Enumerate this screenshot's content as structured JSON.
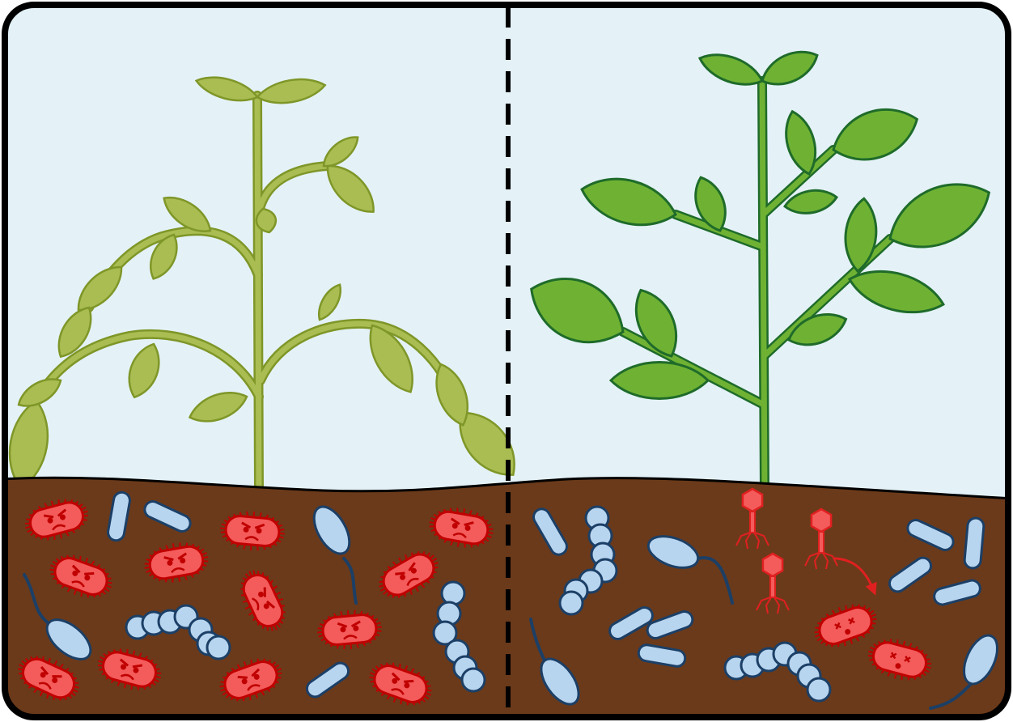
{
  "panels": [
    {
      "name": "left-panel",
      "plant_health": "wilting",
      "pathogens": "active"
    },
    {
      "name": "right-panel",
      "plant_health": "healthy",
      "pathogens": "killed-by-phages"
    }
  ],
  "colors": {
    "sky": "#e4f2f8",
    "soil": "#6b3a1a",
    "frame": "#000000",
    "sick_plant_fill": "#a9bd52",
    "sick_plant_stroke": "#7f9628",
    "healthy_plant_fill": "#6fb233",
    "healthy_plant_stroke": "#1f6b2a",
    "pathogen_fill": "#f45b5b",
    "pathogen_stroke": "#c00000",
    "phage": "#e02020",
    "beneficial_fill": "#b8d5f0",
    "beneficial_stroke": "#1c3f66"
  },
  "icons": {
    "pathogen": "angry-red-bacterium-icon",
    "dead_pathogen": "dead-red-bacterium-icon",
    "beneficial_rod": "blue-rod-bacterium-icon",
    "beneficial_chain": "blue-coccus-chain-icon",
    "beneficial_flagellate": "blue-flagellated-bacterium-icon",
    "phage": "red-bacteriophage-icon",
    "arrow": "phage-attack-arrow-icon"
  }
}
